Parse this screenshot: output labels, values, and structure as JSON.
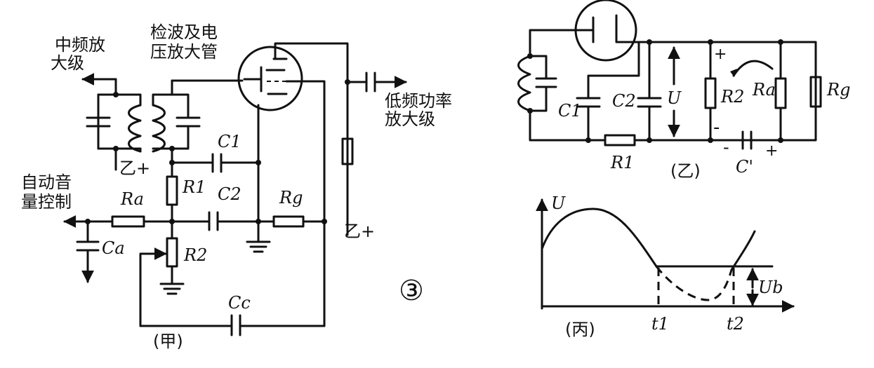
{
  "figure_number": "③",
  "panel_a": {
    "caption": "(甲)",
    "if_stage": [
      "中频放",
      "大级"
    ],
    "detector_tube": [
      "检波及电",
      "压放大管"
    ],
    "af_output": [
      "低频功率",
      "放大级"
    ],
    "agc": [
      "自动音",
      "量控制"
    ],
    "b_plus_left": "乙+",
    "b_plus_right": "乙+",
    "c1": "C1",
    "c2": "C2",
    "r1": "R1",
    "r2": "R2",
    "ra": "Ra",
    "ca": "Ca",
    "rg": "Rg",
    "cc": "Cc"
  },
  "panel_b": {
    "caption": "(乙)",
    "c1": "C1",
    "c2": "C2",
    "u": "U",
    "r2": "R2",
    "ra": "Ra",
    "rg": "Rg",
    "r1": "R1",
    "c_prime": "C'",
    "plus_top": "+",
    "minus_mid": "-",
    "minus_bottom": "-",
    "plus_bottom": "+"
  },
  "panel_c": {
    "caption": "(丙)",
    "u_axis": "U",
    "t1": "t1",
    "t2": "t2",
    "ub": "Ub"
  }
}
